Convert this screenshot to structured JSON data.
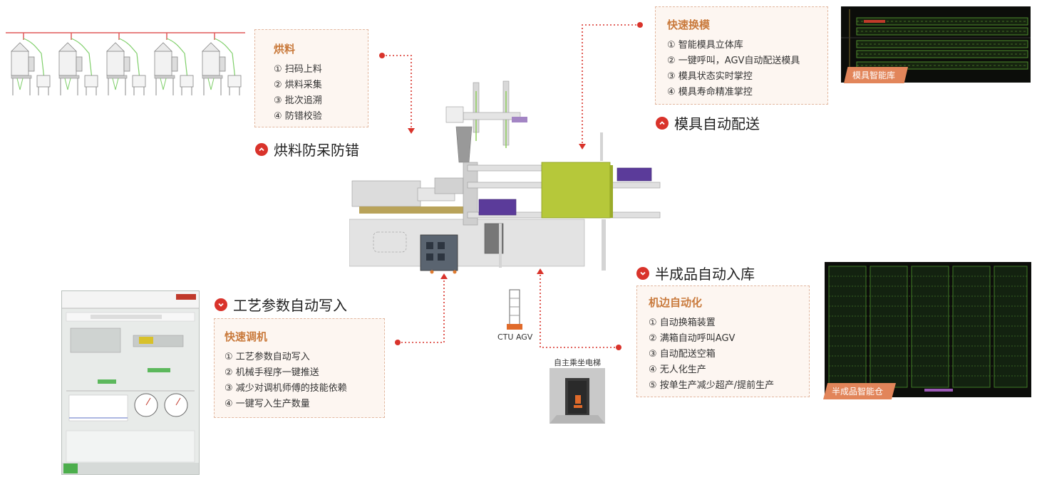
{
  "cards": {
    "drying": {
      "title": "烘料",
      "items": [
        "① 扫码上料",
        "② 烘料采集",
        "③ 批次追溯",
        "④ 防错校验"
      ]
    },
    "mold_change": {
      "title": "快速换模",
      "items": [
        "① 智能模具立体库",
        "② 一键呼叫，AGV自动配送模具",
        "③ 模具状态实时掌控",
        "④ 模具寿命精准掌控"
      ]
    },
    "tuning": {
      "title": "快速调机",
      "items": [
        "① 工艺参数自动写入",
        "② 机械手程序一键推送",
        "③ 减少对调机师傅的技能依赖",
        "④ 一键写入生产数量"
      ]
    },
    "machine_side": {
      "title": "机边自动化",
      "items": [
        "① 自动换箱装置",
        "② 满箱自动呼叫AGV",
        "③ 自动配送空箱",
        "④ 无人化生产",
        "⑤ 按单生产减少超产/提前生产"
      ]
    }
  },
  "headings": {
    "drying": "烘料防呆防错",
    "mold_delivery": "模具自动配送",
    "params": "工艺参数自动写入",
    "semi_storage": "半成品自动入库"
  },
  "labels": {
    "ctu_agv": "CTU AGV",
    "elevator": "自主乘坐电梯",
    "mold_library": "模具智能库",
    "semi_warehouse": "半成品智能仓"
  },
  "colors": {
    "accent_red": "#d9332b",
    "card_title": "#c97a3c",
    "card_border": "#e2b8a0",
    "tag_orange": "#e2855a",
    "mold_green": "#b6c83a",
    "bin_purple": "#5b3b9a"
  }
}
